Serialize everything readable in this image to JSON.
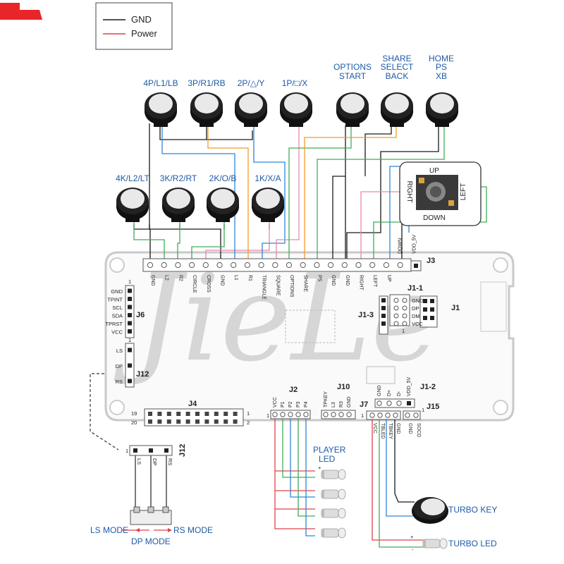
{
  "legend": {
    "gnd_label": "GND",
    "power_label": "Power"
  },
  "top_buttons": {
    "b4p": "4P/L1/LB",
    "b3p": "3P/R1/RB",
    "b2p": "2P/△/Y",
    "b1p": "1P/□/X",
    "options": [
      "OPTIONS",
      "START"
    ],
    "share": [
      "SHARE",
      "SELECT",
      "BACK"
    ],
    "home": [
      "HOME",
      "PS",
      "XB"
    ]
  },
  "bottom_buttons": {
    "b4k": "4K/L2/LT",
    "b3k": "3K/R2/RT",
    "b2k": "2K/O/B",
    "b1k": "1K/X/A"
  },
  "joystick": {
    "up": "UP",
    "down": "DOWN",
    "left": "LEFT",
    "right": "RIGHT"
  },
  "top_header_pins": [
    "GND",
    "L2",
    "R2",
    "CIRCLE",
    "CROSS",
    "GND",
    "L1",
    "R1",
    "TRIANGLE",
    "SQUARE",
    "OPTIONS",
    "SHARE",
    "PS",
    "GND",
    "GND",
    "RIGHT",
    "LEFT",
    "UP",
    "DOWN",
    "VDD_5V"
  ],
  "j3": "J3",
  "j6": {
    "title": "J6",
    "one": "1",
    "pins": [
      "GND",
      "TPINT",
      "SCL",
      "SDA",
      "TPRST",
      "VCC"
    ]
  },
  "j12": {
    "title": "J12",
    "one": "1",
    "pins": [
      "LS",
      "DP",
      "RS"
    ]
  },
  "j1_1": {
    "title": "J1-1",
    "pins": [
      "GND",
      "DP",
      "DM",
      "VCC"
    ],
    "one": "1"
  },
  "j1": "J1",
  "j1_3": "J1-3",
  "j4": {
    "title": "J4",
    "p19": "19",
    "p20": "20",
    "p1": "1",
    "p2": "2"
  },
  "j2": {
    "title": "J2",
    "one": "1",
    "pins": [
      "VCC",
      "P1",
      "P2",
      "P3",
      "P4"
    ]
  },
  "j10": {
    "title": "J10",
    "pins": [
      "TPKEY",
      "L3",
      "R3",
      "GND"
    ]
  },
  "j1_2": {
    "title": "J1-2",
    "pins": [
      "GND",
      "D+",
      "D-",
      "VDD_5V"
    ],
    "one": "1"
  },
  "j7": {
    "title": "J7",
    "pins": [
      "VCC",
      "TBLED",
      "TBKEY",
      "GND"
    ],
    "one": "1"
  },
  "j15": {
    "title": "J15",
    "pins": [
      "GND",
      "SOCD"
    ]
  },
  "j12_ext": {
    "title": "J12",
    "one": "1",
    "pins": [
      "LS",
      "DP",
      "RS"
    ]
  },
  "player_led": [
    "PLAYER",
    "LED"
  ],
  "led_plus": "+",
  "led_minus": "-",
  "turbo_key": "TURBO KEY",
  "turbo_led": "TURBO LED",
  "modes": {
    "ls": "LS MODE",
    "rs": "RS MODE",
    "dp": "DP MODE"
  },
  "colors": {
    "gnd": "#1a1a1a",
    "power": "#e0424a",
    "blue": "#2f86d6",
    "orange": "#f39a2b",
    "green": "#3fae5a",
    "pink": "#e889ae",
    "logo": "#e8262a",
    "label_blue": "#1f5aa6"
  }
}
